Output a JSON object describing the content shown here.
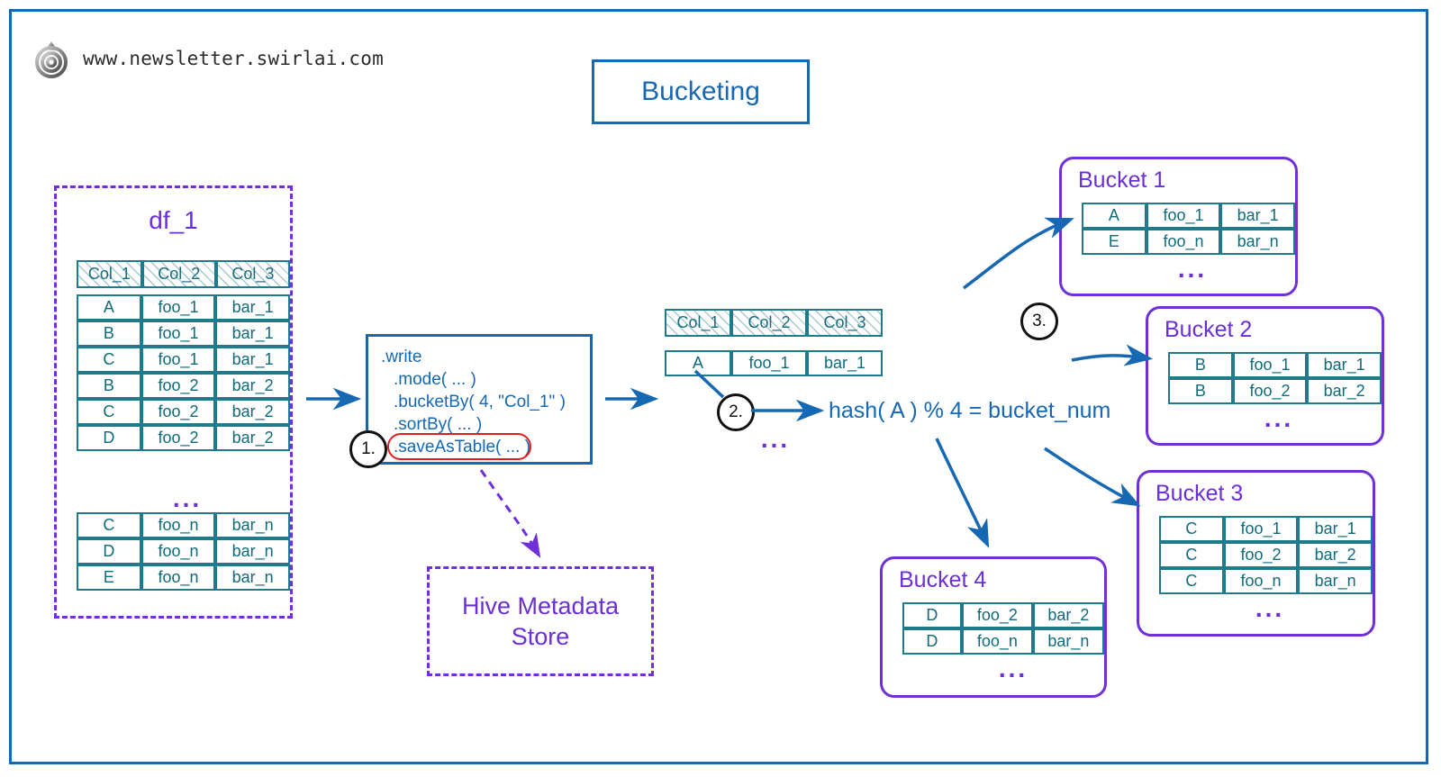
{
  "brand": {
    "url": "www.newsletter.swirlai.com",
    "logo_icon": "spiral-logo-icon"
  },
  "title": {
    "text": "Bucketing"
  },
  "colors": {
    "frame_blue": "#1668b3",
    "table_teal": "#1f7a8c",
    "bucket_purple": "#7030d8",
    "highlight_red": "#e02020",
    "marker_black": "#111111"
  },
  "dataframe": {
    "label": "df_1",
    "columns": [
      "Col_1",
      "Col_2",
      "Col_3"
    ],
    "rows_top": [
      [
        "A",
        "foo_1",
        "bar_1"
      ],
      [
        "B",
        "foo_1",
        "bar_1"
      ],
      [
        "C",
        "foo_1",
        "bar_1"
      ],
      [
        "B",
        "foo_2",
        "bar_2"
      ],
      [
        "C",
        "foo_2",
        "bar_2"
      ],
      [
        "D",
        "foo_2",
        "bar_2"
      ]
    ],
    "ellipsis": "...",
    "rows_bottom": [
      [
        "C",
        "foo_n",
        "bar_n"
      ],
      [
        "D",
        "foo_n",
        "bar_n"
      ],
      [
        "E",
        "foo_n",
        "bar_n"
      ]
    ]
  },
  "code": {
    "lines": [
      ".write",
      ".mode( ... )",
      ".bucketBy( 4, \"Col_1\" )",
      ".sortBy( ... )",
      ".saveAsTable( ... )"
    ],
    "highlighted_line": ".saveAsTable( ... )"
  },
  "markers": {
    "one": "1.",
    "two": "2.",
    "three": "3."
  },
  "hive": {
    "line1": "Hive Metadata",
    "line2": "Store"
  },
  "middle": {
    "columns": [
      "Col_1",
      "Col_2",
      "Col_3"
    ],
    "row": [
      "A",
      "foo_1",
      "bar_1"
    ],
    "ellipsis": "...",
    "hash_expression": "hash( A ) % 4 = bucket_num"
  },
  "buckets": [
    {
      "name": "Bucket 1",
      "rows": [
        [
          "A",
          "foo_1",
          "bar_1"
        ],
        [
          "E",
          "foo_n",
          "bar_n"
        ]
      ],
      "ellipsis": "..."
    },
    {
      "name": "Bucket 2",
      "rows": [
        [
          "B",
          "foo_1",
          "bar_1"
        ],
        [
          "B",
          "foo_2",
          "bar_2"
        ]
      ],
      "ellipsis": "..."
    },
    {
      "name": "Bucket 3",
      "rows": [
        [
          "C",
          "foo_1",
          "bar_1"
        ],
        [
          "C",
          "foo_2",
          "bar_2"
        ],
        [
          "C",
          "foo_n",
          "bar_n"
        ]
      ],
      "ellipsis": "..."
    },
    {
      "name": "Bucket 4",
      "rows": [
        [
          "D",
          "foo_2",
          "bar_2"
        ],
        [
          "D",
          "foo_n",
          "bar_n"
        ]
      ],
      "ellipsis": "..."
    }
  ]
}
